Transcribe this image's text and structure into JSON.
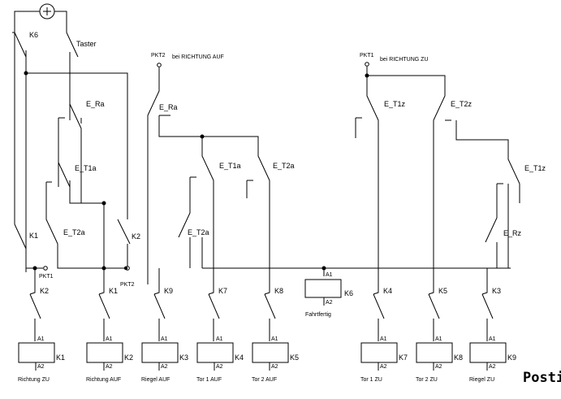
{
  "diagram": {
    "top_contacts": {
      "k6": "K6",
      "taster": "Taster"
    },
    "notes": {
      "pkt2_richtung_auf": "PKT2",
      "bei_richtung_auf": "bei RICHTUNG AUF",
      "pkt1_richtung_zu": "PKT1",
      "bei_richtung_zu": "bei RICHTUNG ZU"
    },
    "contacts": {
      "e_ra_1": "E_Ra",
      "e_t1a_1": "E_T1a",
      "k1_upper": "K1",
      "e_t2a_1": "E_T2a",
      "k2_upper": "K2",
      "e_ra_2": "E_Ra",
      "e_t1a_2": "E_T1a",
      "e_t2a_2": "E_T2a",
      "e_t2a_3": "E_T2a",
      "e_t1z": "E_T1z",
      "e_t2z": "E_T2z",
      "e_t1z_2": "E_T1z",
      "e_rz": "E_Rz",
      "pkt1_small": "PKT1",
      "pkt2_small": "PKT2"
    },
    "interlocks": [
      "K2",
      "K1",
      "K9",
      "K7",
      "K8",
      "K4",
      "K5",
      "K3"
    ],
    "fahrt_coil": {
      "a1": "A1",
      "a2": "A2",
      "name": "K6",
      "caption": "Fahrtfertig"
    },
    "coils": [
      {
        "a1": "A1",
        "a2": "A2",
        "name": "K1",
        "caption": "Richtung ZU"
      },
      {
        "a1": "A1",
        "a2": "A2",
        "name": "K2",
        "caption": "Richtung AUF"
      },
      {
        "a1": "A1",
        "a2": "A2",
        "name": "K3",
        "caption": "Riegel AUF"
      },
      {
        "a1": "A1",
        "a2": "A2",
        "name": "K4",
        "caption": "Tor 1 AUF"
      },
      {
        "a1": "A1",
        "a2": "A2",
        "name": "K5",
        "caption": "Tor 2 AUF"
      },
      {
        "a1": "A1",
        "a2": "A2",
        "name": "K7",
        "caption": "Tor 1 ZU"
      },
      {
        "a1": "A1",
        "a2": "A2",
        "name": "K8",
        "caption": "Tor 2 ZU"
      },
      {
        "a1": "A1",
        "a2": "A2",
        "name": "K9",
        "caption": "Riegel ZU"
      }
    ],
    "signature": "Posti"
  }
}
